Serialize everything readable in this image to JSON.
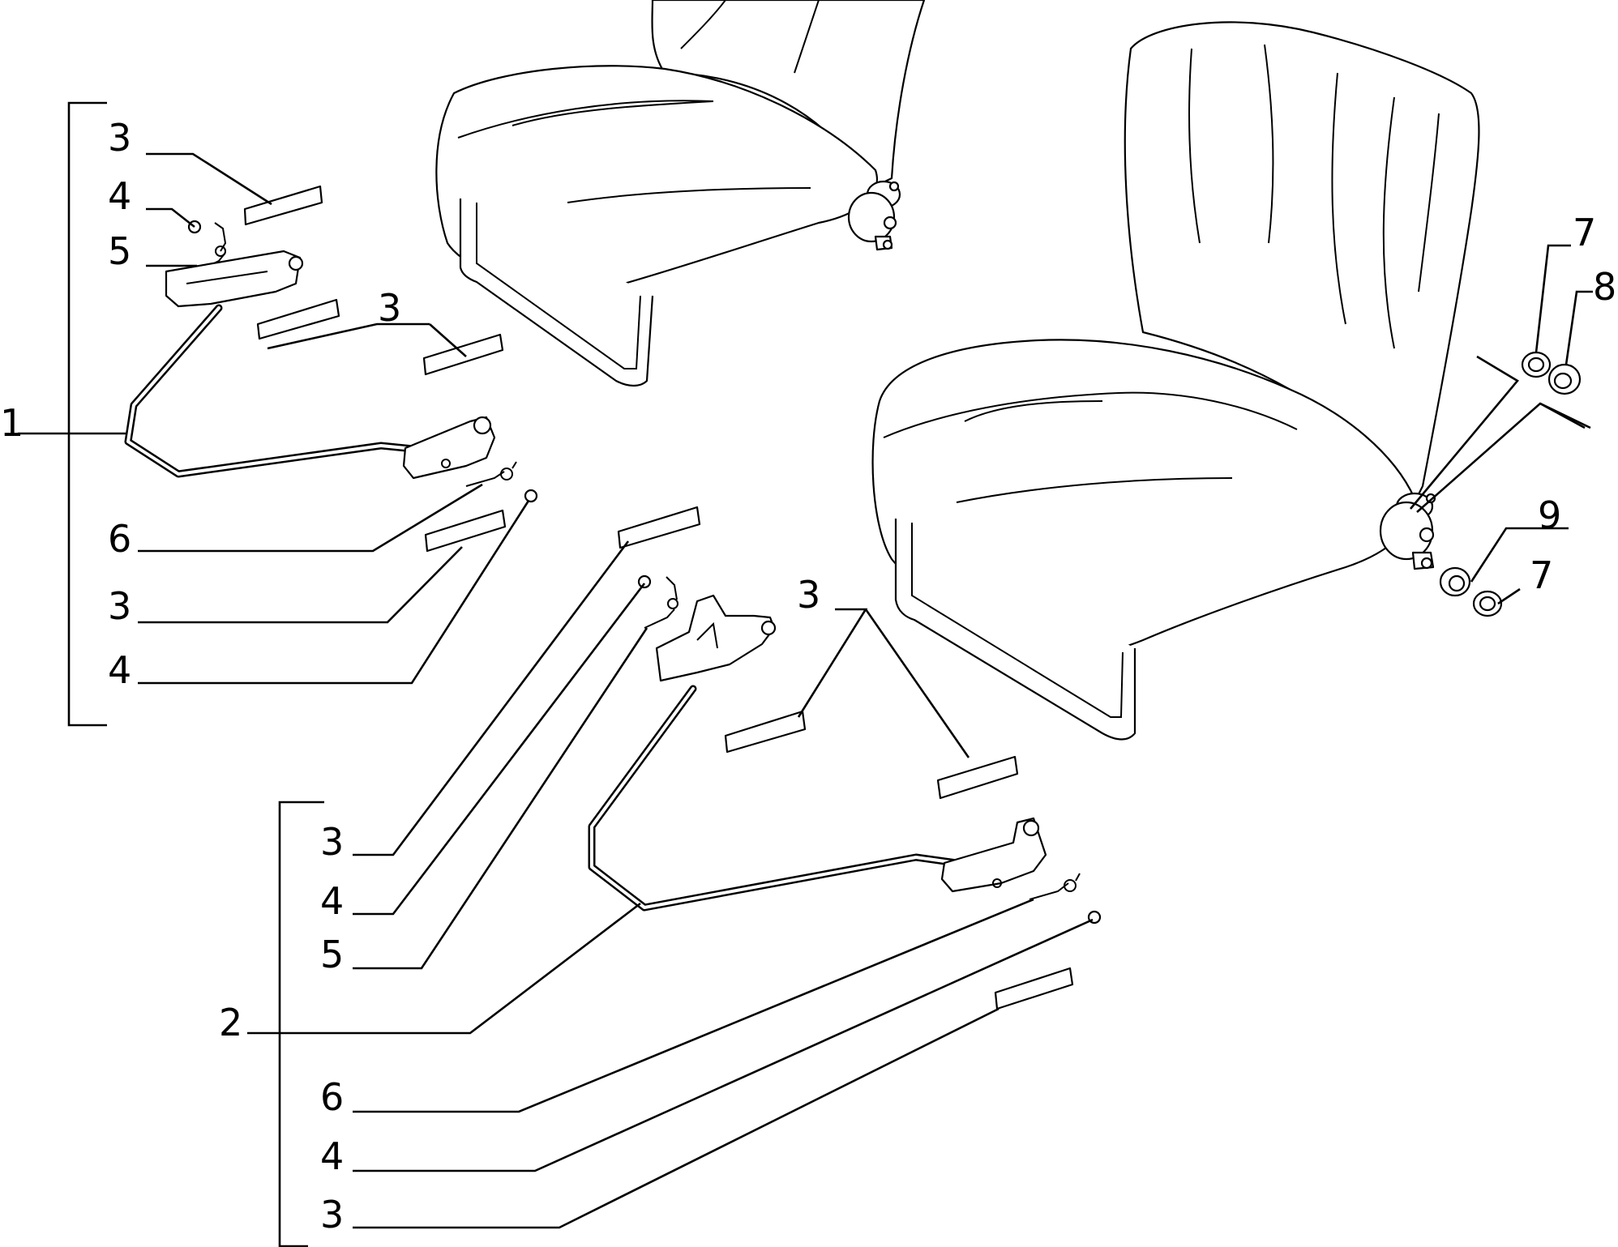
{
  "callouts": {
    "g1_3a": "3",
    "g1_4a": "4",
    "g1_5": "5",
    "g1_3b": "3",
    "g1_1": "1",
    "g1_6": "6",
    "g1_3c": "3",
    "g1_4b": "4",
    "r_7a": "7",
    "r_8": "8",
    "r_9": "9",
    "r_7b": "7",
    "mid_3": "3",
    "g2_3a": "3",
    "g2_4a": "4",
    "g2_5": "5",
    "g2_2": "2",
    "g2_6": "6",
    "g2_4b": "4",
    "g2_3b": "3"
  }
}
